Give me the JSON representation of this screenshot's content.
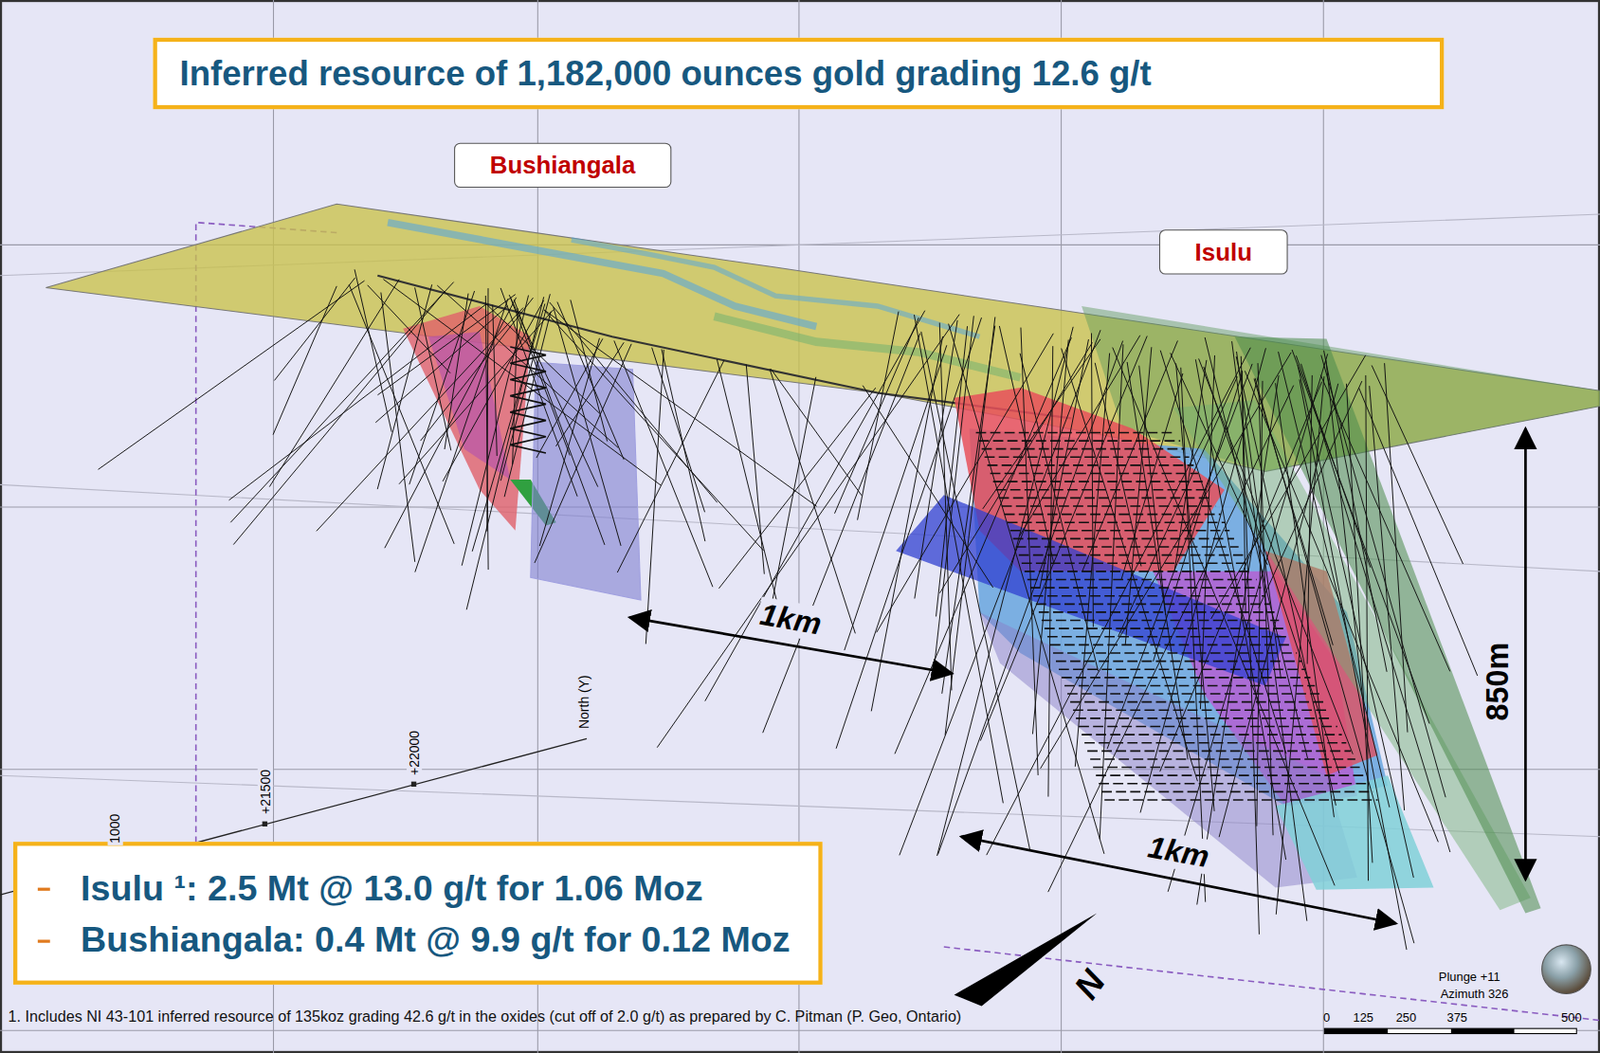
{
  "diagram": {
    "title": "Inferred resource of 1,182,000 ounces gold grading 12.6 g/t",
    "caption": "1.    Includes NI 43-101 inferred resource of 135koz grading 42.6 g/t in the oxides (cut off of 2.0 g/t) as prepared by C. Pitman (P. Geo, Ontario)",
    "nodes": [
      {
        "text": [
          "Bushiangala"
        ]
      },
      {
        "text": [
          "Isulu"
        ]
      },
      {
        "text": [
          "Isulu ¹: 2.5 Mt @ 13.0 g/t for 1.06 Moz",
          "Bushiangala: 0.4 Mt @ 9.9 g/t for 0.12 Moz"
        ]
      }
    ],
    "labels": [
      "1km",
      "1km",
      "850m",
      "North (Y)",
      "+22000",
      "+21500",
      "1000",
      "N",
      "Plunge +11",
      "Azimuth 326",
      "0",
      "125",
      "250",
      "375",
      "500"
    ]
  }
}
